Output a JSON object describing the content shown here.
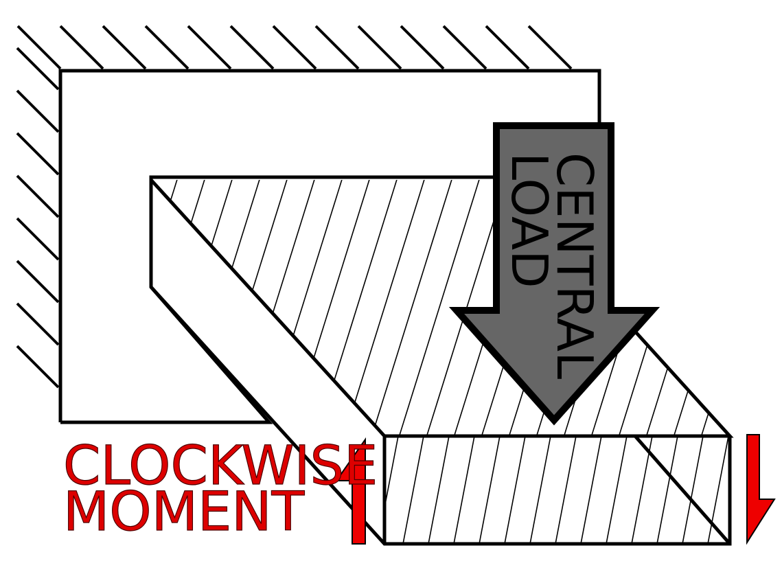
{
  "labels": {
    "load_line1": "CENTRAL",
    "load_line2": "LOAD",
    "moment_line1": "CLOCKWISE",
    "moment_line2": "MOMENT"
  },
  "colors": {
    "load_arrow": "#666666",
    "moment_text": "#dd0000",
    "moment_arrow": "#ee0000",
    "stroke": "#000000",
    "background": "#ffffff"
  }
}
